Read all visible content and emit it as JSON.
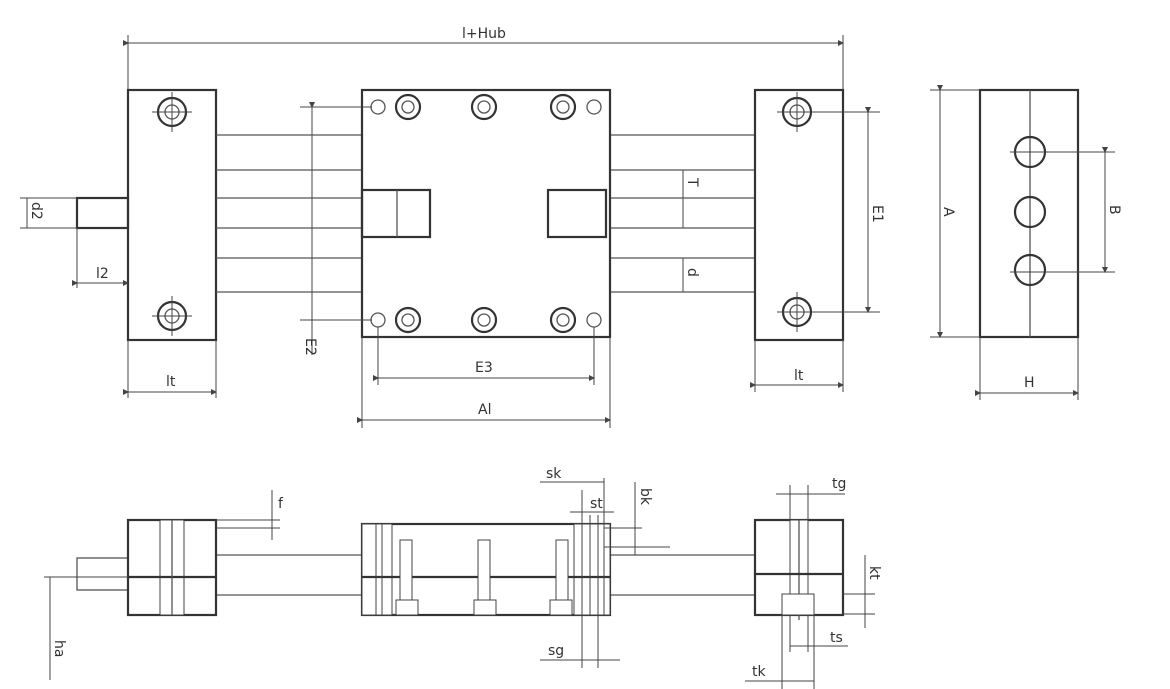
{
  "drawing": {
    "labels": {
      "stroke_plus_length": "l+Hub",
      "d2": "d2",
      "l2": "l2",
      "lt_left": "lt",
      "lt_right": "lt",
      "e1": "E1",
      "e2": "E2",
      "e3": "E3",
      "al": "Al",
      "t": "T",
      "d": "d",
      "a": "A",
      "b": "B",
      "h": "H",
      "f": "f",
      "ha": "ha",
      "sk": "sk",
      "st": "st",
      "bk": "bk",
      "sg": "sg",
      "tg": "tg",
      "kt": "kt",
      "ts": "ts",
      "tk": "tk"
    },
    "colors": {
      "line": "#333333",
      "background": "#ffffff"
    }
  }
}
